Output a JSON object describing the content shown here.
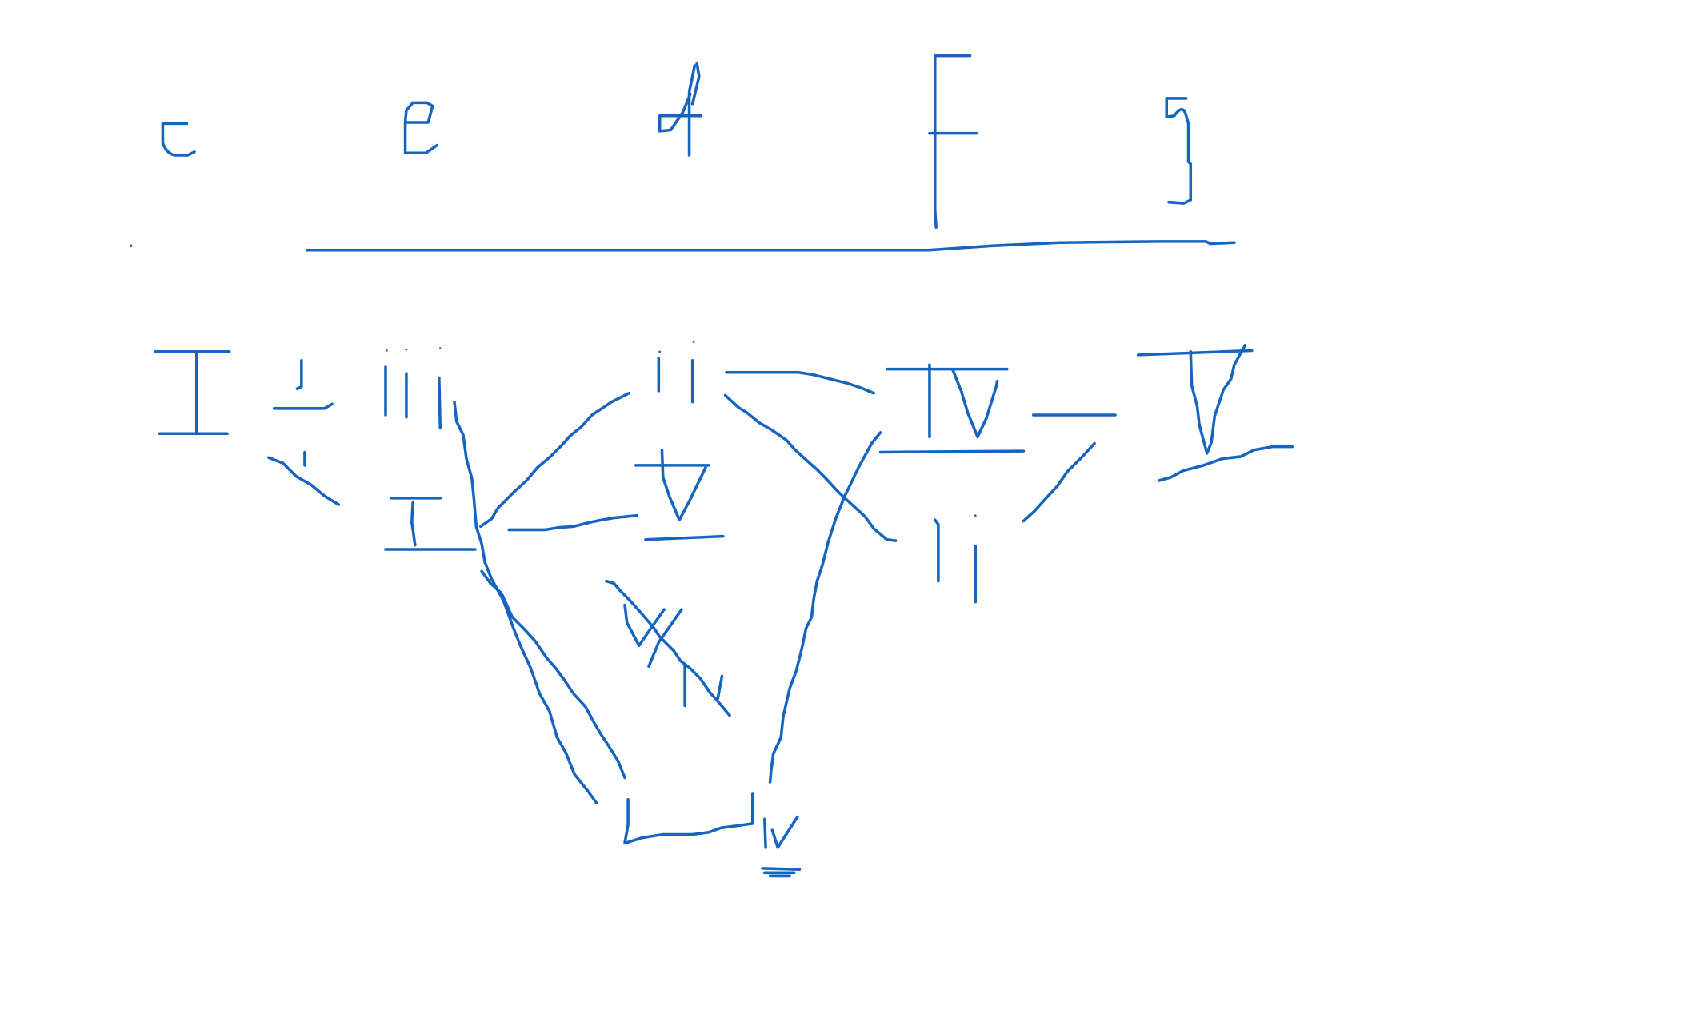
{
  "sketch": {
    "ink_color": "#1565c0",
    "background_color": "#ffffff",
    "note_letters": [
      "c",
      "e",
      "d",
      "F",
      "g"
    ],
    "chord_numerals": [
      "I",
      "ii",
      "iii",
      "I",
      "ii",
      "V",
      "IV",
      "ii",
      "V",
      "IV",
      "V",
      "V"
    ]
  }
}
